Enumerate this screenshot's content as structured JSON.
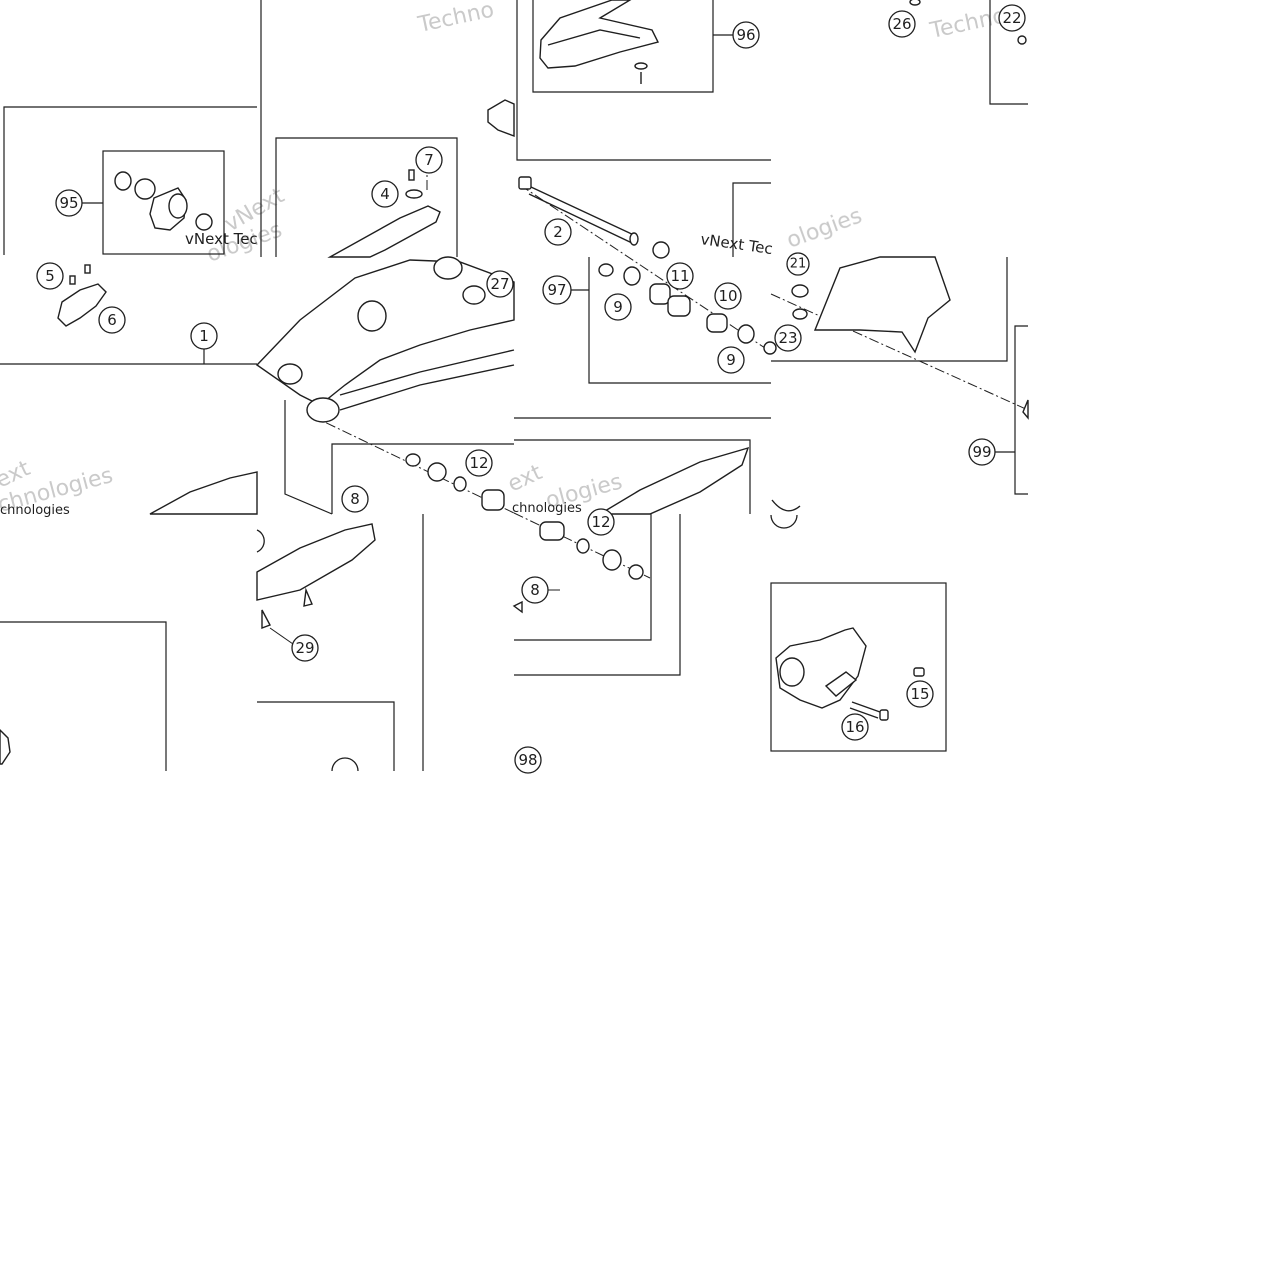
{
  "callouts": {
    "c95": "95",
    "c7": "7",
    "c4": "4",
    "c5": "5",
    "c6": "6",
    "c1": "1",
    "c27": "27",
    "c2": "2",
    "c97": "97",
    "c9a": "9",
    "c11": "11",
    "c10": "10",
    "c9b": "9",
    "c23": "23",
    "c21": "21",
    "c96": "96",
    "c26": "26",
    "c22": "22",
    "c99": "99",
    "c12a": "12",
    "c8a": "8",
    "c12b": "12",
    "c8b": "8",
    "c29": "29",
    "c98": "98",
    "c15": "15",
    "c16": "16"
  },
  "watermarks": {
    "w1": "Techno",
    "w2": "Techno",
    "w3": "vNext Tec",
    "w4": "vNext Tec",
    "w5": "vNext",
    "w6": "ologies",
    "w7": "ext",
    "w8": "chnologies",
    "w9": "chnologies",
    "w10": "ext",
    "w11": "ologies",
    "w12": "chnologies",
    "w13": "ologies"
  },
  "colors": {
    "line": "#1f1f1f",
    "watermark": "#c4c4c4",
    "background": "#ffffff"
  }
}
